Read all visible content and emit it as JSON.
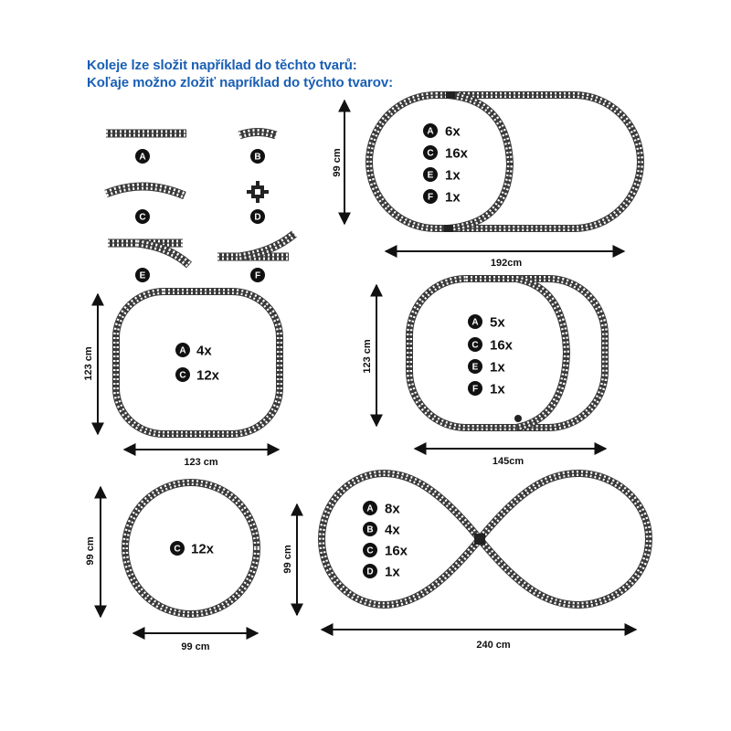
{
  "heading": {
    "line1": "Koleje lze složit například do těchto tvarů:",
    "line2": "Koľaje možno zložiť napríklad do týchto tvarov:"
  },
  "pieces": [
    {
      "letter": "A",
      "type": "straight"
    },
    {
      "letter": "B",
      "type": "short-straight"
    },
    {
      "letter": "C",
      "type": "curve"
    },
    {
      "letter": "D",
      "type": "crossing"
    },
    {
      "letter": "E",
      "type": "switch-left"
    },
    {
      "letter": "F",
      "type": "switch-right"
    }
  ],
  "layouts": [
    {
      "id": "oval-siding",
      "counts": [
        {
          "letter": "A",
          "qty": "6x"
        },
        {
          "letter": "C",
          "qty": "16x"
        },
        {
          "letter": "E",
          "qty": "1x"
        },
        {
          "letter": "F",
          "qty": "1x"
        }
      ],
      "width_label": "192cm",
      "height_label": "99 cm"
    },
    {
      "id": "rounded-square",
      "counts": [
        {
          "letter": "A",
          "qty": "4x"
        },
        {
          "letter": "C",
          "qty": "12x"
        }
      ],
      "width_label": "123 cm",
      "height_label": "123 cm"
    },
    {
      "id": "square-siding",
      "counts": [
        {
          "letter": "A",
          "qty": "5x"
        },
        {
          "letter": "C",
          "qty": "16x"
        },
        {
          "letter": "E",
          "qty": "1x"
        },
        {
          "letter": "F",
          "qty": "1x"
        }
      ],
      "width_label": "145cm",
      "height_label": "123 cm"
    },
    {
      "id": "circle",
      "counts": [
        {
          "letter": "C",
          "qty": "12x"
        }
      ],
      "width_label": "99 cm",
      "height_label": "99 cm"
    },
    {
      "id": "figure-eight",
      "counts": [
        {
          "letter": "A",
          "qty": "8x"
        },
        {
          "letter": "B",
          "qty": "4x"
        },
        {
          "letter": "C",
          "qty": "16x"
        },
        {
          "letter": "D",
          "qty": "1x"
        }
      ],
      "width_label": "240 cm",
      "height_label": "99 cm"
    }
  ],
  "colors": {
    "heading": "#1a5fb4",
    "track": "#3a3a3a",
    "badge": "#111111"
  }
}
